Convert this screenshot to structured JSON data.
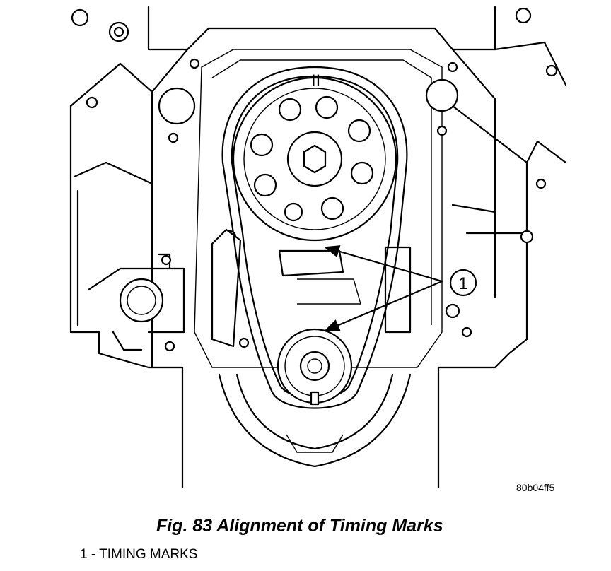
{
  "figure": {
    "image_code": "80b04ff5",
    "caption": "Fig. 83 Alignment of Timing Marks",
    "callout_number": "1",
    "legend": [
      {
        "text": "1 - TIMING MARKS"
      }
    ]
  }
}
